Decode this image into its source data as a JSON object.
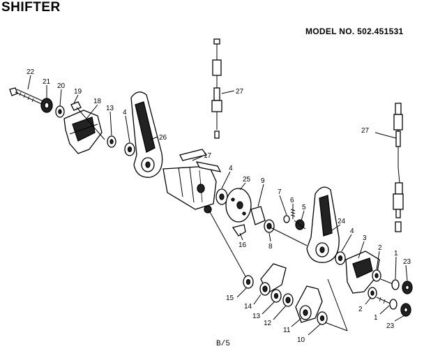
{
  "header": {
    "title": "SHIFTER",
    "model": "MODEL NO. 502.451531"
  },
  "footer": {
    "code": "B/5"
  },
  "callouts": {
    "c22": "22",
    "c21": "21",
    "c20": "20",
    "c19": "19",
    "c18": "18",
    "c13a": "13",
    "c4a": "4",
    "c26a": "26",
    "c27a": "27",
    "c17": "17",
    "c4b": "4",
    "c25": "25",
    "c9": "9",
    "c7": "7",
    "c6": "6",
    "c5": "5",
    "c16": "16",
    "c8": "8",
    "c24": "24",
    "c4c": "4",
    "c3": "3",
    "c2a": "2",
    "c1a": "1",
    "c23a": "23",
    "c27b": "27",
    "c15": "15",
    "c14": "14",
    "c13b": "13",
    "c12": "12",
    "c11": "11",
    "c10": "10",
    "c2b": "2",
    "c1b": "1",
    "c23b": "23"
  }
}
